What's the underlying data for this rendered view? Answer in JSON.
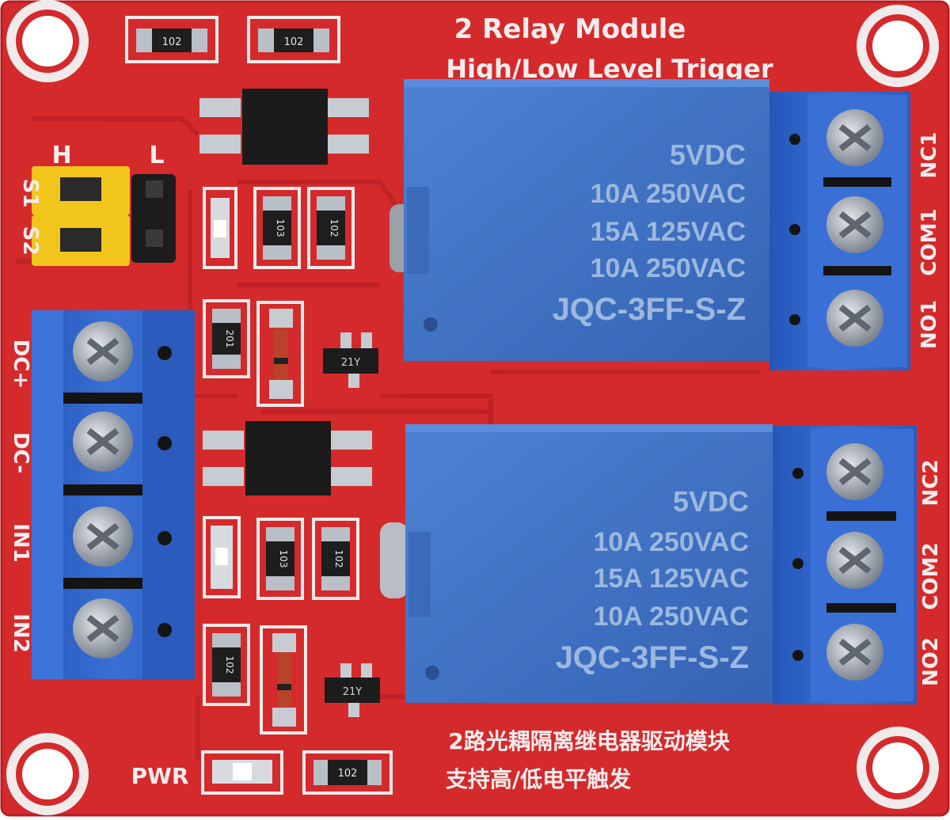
{
  "board": {
    "title": "2 Relay Module",
    "subtitle": "High/Low Level Trigger",
    "chinese_line1": "2路光耦隔离继电器驱动模块",
    "chinese_line2": "支持高/低电平触发",
    "pwr_label": "PWR",
    "colors": {
      "pcb": "#d42a2c",
      "relay": "#3f72c4",
      "terminal": "#2f63c9",
      "jumper": "#f2c51c",
      "silk": "#f4ecec"
    }
  },
  "jumpers": {
    "h_label": "H",
    "l_label": "L",
    "s1_label": "S1",
    "s2_label": "S2"
  },
  "input_terminal": {
    "labels": [
      "DC+",
      "DC-",
      "IN1",
      "IN2"
    ]
  },
  "relays": [
    {
      "lines": [
        "5VDC",
        "10A 250VAC",
        "15A 125VAC",
        "10A 250VAC"
      ],
      "model": "JQC-3FF-S-Z",
      "terminal_labels": [
        "NC1",
        "COM1",
        "NO1"
      ]
    },
    {
      "lines": [
        "5VDC",
        "10A 250VAC",
        "15A 125VAC",
        "10A 250VAC"
      ],
      "model": "JQC-3FF-S-Z",
      "terminal_labels": [
        "NC2",
        "COM2",
        "NO2"
      ]
    }
  ],
  "smd_codes": {
    "r_top1": "102",
    "r_top2": "102",
    "r_a1": "103",
    "r_a2": "102",
    "r_a3": "201",
    "r_b1": "103",
    "r_b2": "102",
    "r_b3": "102",
    "r_pwr": "102",
    "q1": "21Y",
    "q2": "21Y"
  }
}
